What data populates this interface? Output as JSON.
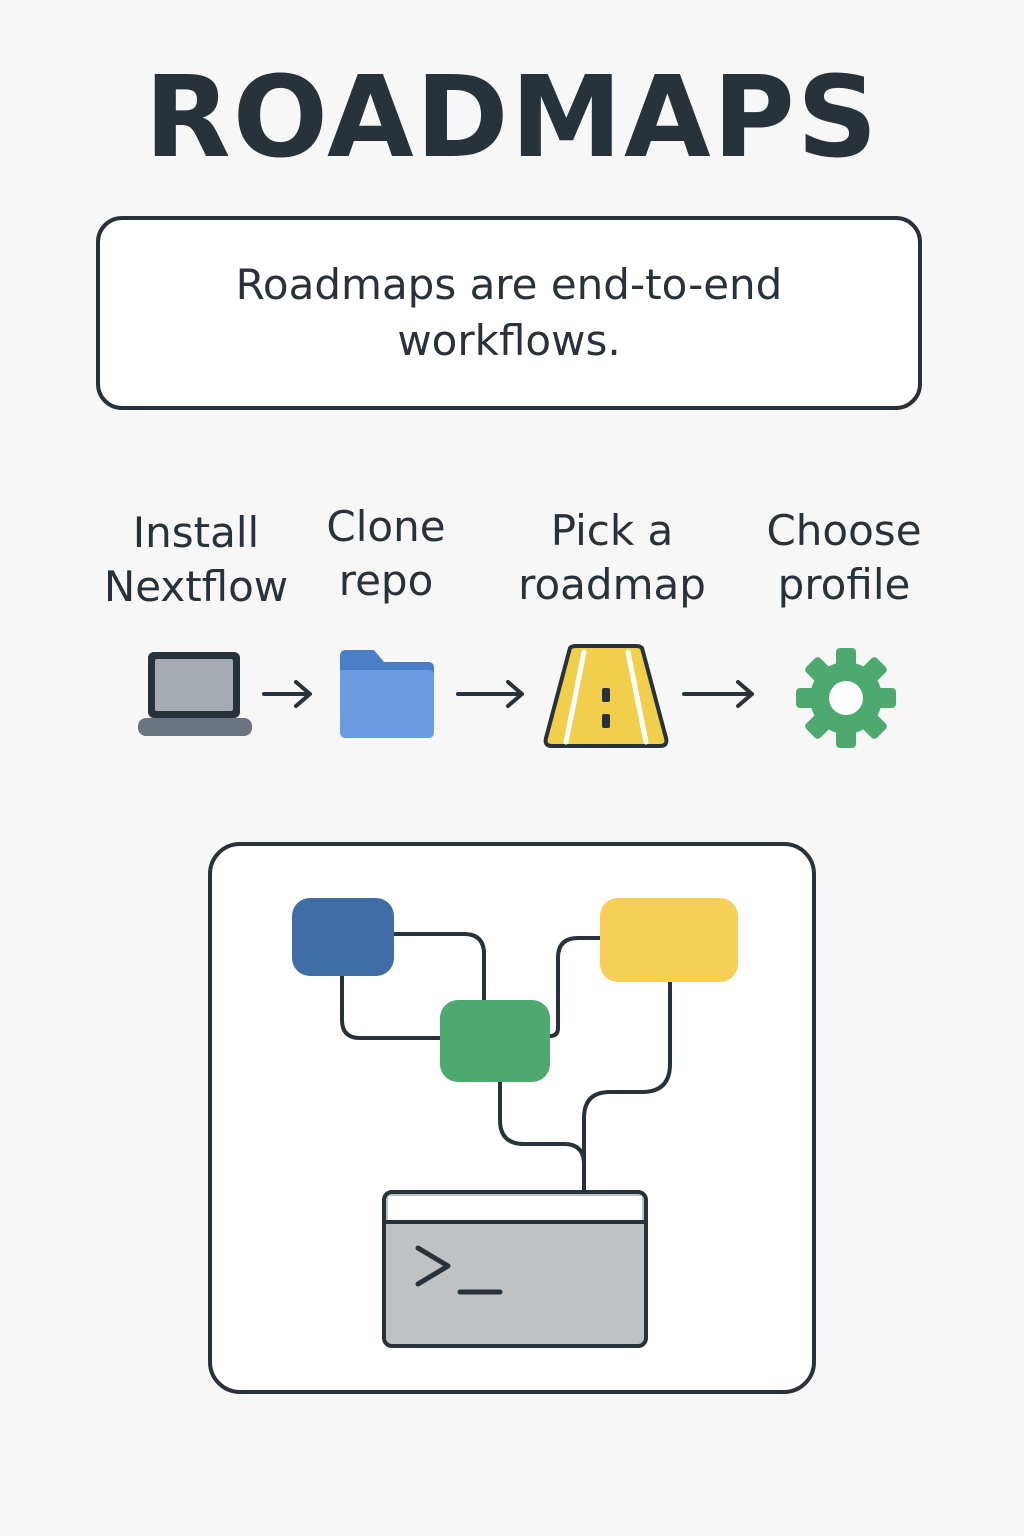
{
  "page": {
    "title": "ROADMAPS"
  },
  "callout": {
    "text": "Roadmaps are end-to-end workflows."
  },
  "steps": [
    {
      "label": "Install\nNextflow",
      "icon": "laptop-icon",
      "color": "#9aa3ad"
    },
    {
      "label": "Clone\nrepo",
      "icon": "folder-icon",
      "color": "#5b93d9"
    },
    {
      "label": "Pick a\nroadmap",
      "icon": "road-icon",
      "color": "#f2cf4a"
    },
    {
      "label": "Choose\nprofile",
      "icon": "gear-icon",
      "color": "#4ea96f"
    }
  ],
  "diagram": {
    "node_colors": {
      "blue": "#3f6ea7",
      "green": "#4ea96f",
      "yellow": "#f6cf56",
      "terminal": "#bfc2c3"
    },
    "icon": "workflow-diagram-icon",
    "terminal_icon": "terminal-icon"
  },
  "colors": {
    "ink": "#27323b",
    "background": "#f7f7f7"
  }
}
